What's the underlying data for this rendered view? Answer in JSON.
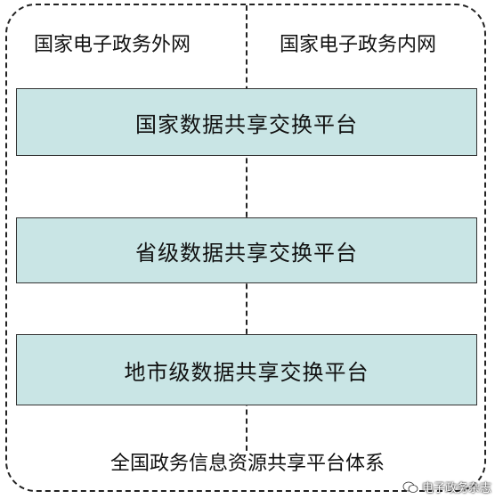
{
  "networks": {
    "extranet": "国家电子政务外网",
    "intranet": "国家电子政务内网"
  },
  "tiers": [
    {
      "label": "国家数据共享交换平台"
    },
    {
      "label": "省级数据共享交换平台"
    },
    {
      "label": "地市级数据共享交换平台"
    }
  ],
  "caption": "全国政务信息资源共享平台体系",
  "watermark": {
    "text": "电子政务杂志",
    "icon": "wechat-icon"
  },
  "colors": {
    "tier_fill": "#c9e5e5",
    "border": "#222222"
  }
}
